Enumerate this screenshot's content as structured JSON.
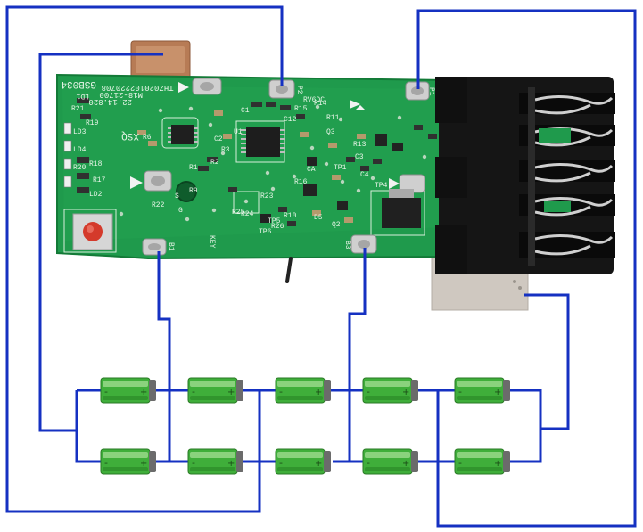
{
  "colors": {
    "background": "#ffffff",
    "wire": "#1531c2",
    "pcb": "#1f9a4c",
    "pcb_dark": "#137a37",
    "connector": "#151515",
    "metal": "#c9c1b8",
    "tab": "#b77b55",
    "button": "#d43a2b",
    "battery_green": "#3fae3a",
    "battery_cap": "#6b6b6b"
  },
  "board": {
    "model_code": "GSB034",
    "series_code": "M18-21700",
    "lot_code": "LTHZ020102220708",
    "version": "22.14.820",
    "maker_mark": "XSQ",
    "designator_ld1": "LD1",
    "voltage_mark": "RV6DC",
    "key_label": "KEY",
    "pad_labels": {
      "p1": "P1",
      "p2": "P2",
      "b1": "B1",
      "b3": "B3"
    },
    "silk_labels": [
      "C1",
      "C12",
      "R15",
      "R14",
      "U1",
      "C2",
      "R3",
      "R2",
      "R1",
      "R6",
      "R9",
      "R19",
      "R18",
      "R17",
      "LD2",
      "LD3",
      "LD4",
      "R20",
      "R21",
      "R22",
      "R23",
      "R25",
      "R26",
      "R24",
      "R10",
      "R11",
      "R13",
      "R16",
      "TP1",
      "TP4",
      "TP5",
      "TP6",
      "C3",
      "C4",
      "D5",
      "Q2",
      "Q3",
      "CA",
      "G",
      "S"
    ]
  },
  "cells": {
    "rows": 2,
    "per_row": 5,
    "plus_sign": "+",
    "minus_sign": "-"
  },
  "icons": {
    "cell": "battery-cell-icon",
    "button": "push-button-icon",
    "arrow": "triangle-arrow-icon"
  }
}
